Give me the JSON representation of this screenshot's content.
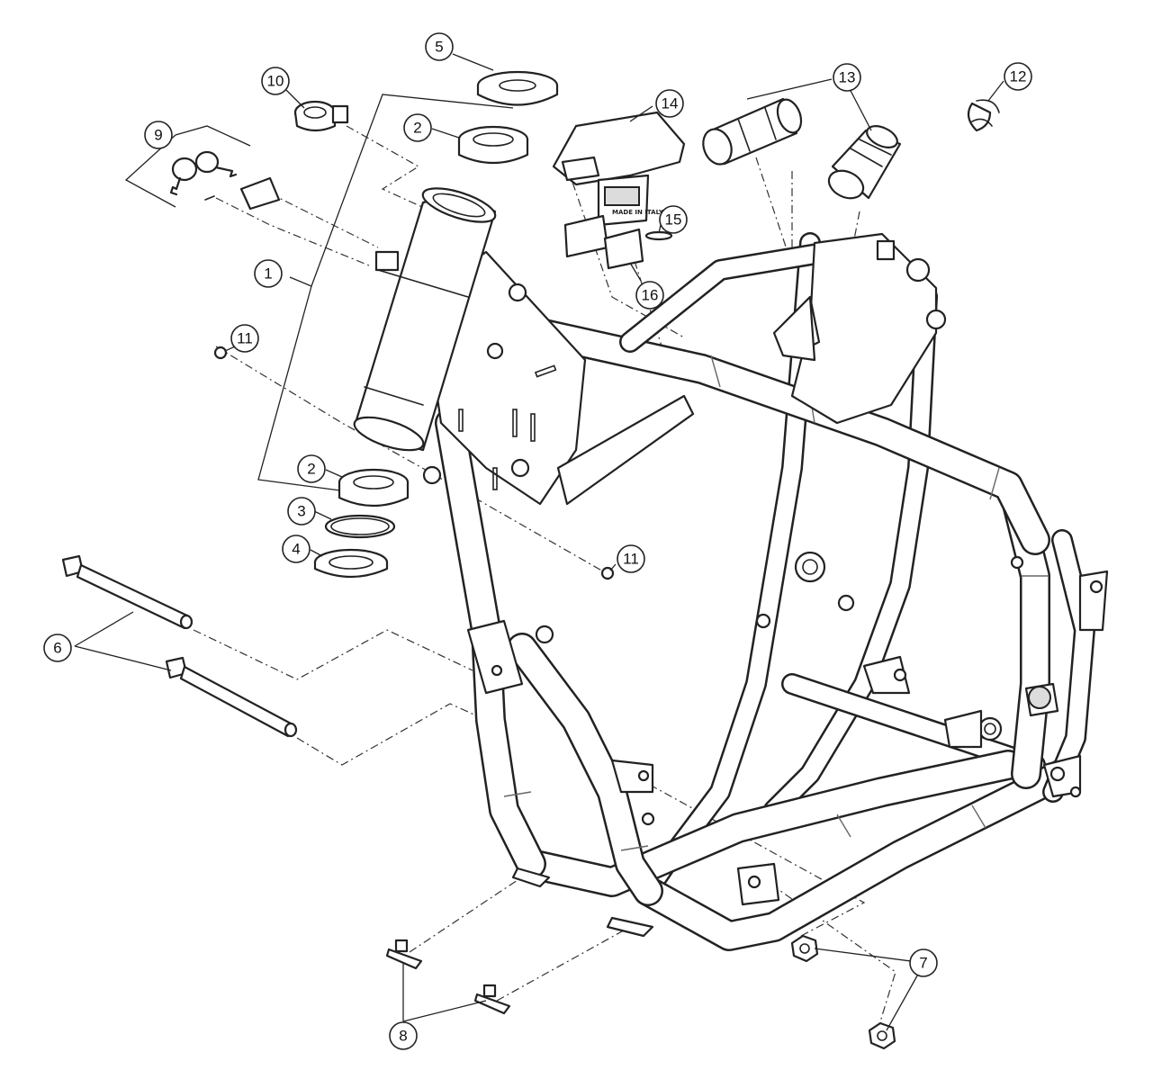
{
  "diagram": {
    "callouts": [
      {
        "id": "1",
        "label": "1"
      },
      {
        "id": "2a",
        "label": "2"
      },
      {
        "id": "2b",
        "label": "2"
      },
      {
        "id": "3",
        "label": "3"
      },
      {
        "id": "4",
        "label": "4"
      },
      {
        "id": "5",
        "label": "5"
      },
      {
        "id": "6",
        "label": "6"
      },
      {
        "id": "7",
        "label": "7"
      },
      {
        "id": "8",
        "label": "8"
      },
      {
        "id": "9",
        "label": "9"
      },
      {
        "id": "10",
        "label": "10"
      },
      {
        "id": "11a",
        "label": "11"
      },
      {
        "id": "11b",
        "label": "11"
      },
      {
        "id": "12",
        "label": "12"
      },
      {
        "id": "13",
        "label": "13"
      },
      {
        "id": "14",
        "label": "14"
      },
      {
        "id": "15",
        "label": "15"
      },
      {
        "id": "16",
        "label": "16"
      }
    ],
    "stamp_text": "MADE IN ITALY",
    "colors": {
      "line": "#222222",
      "background": "#ffffff"
    }
  }
}
